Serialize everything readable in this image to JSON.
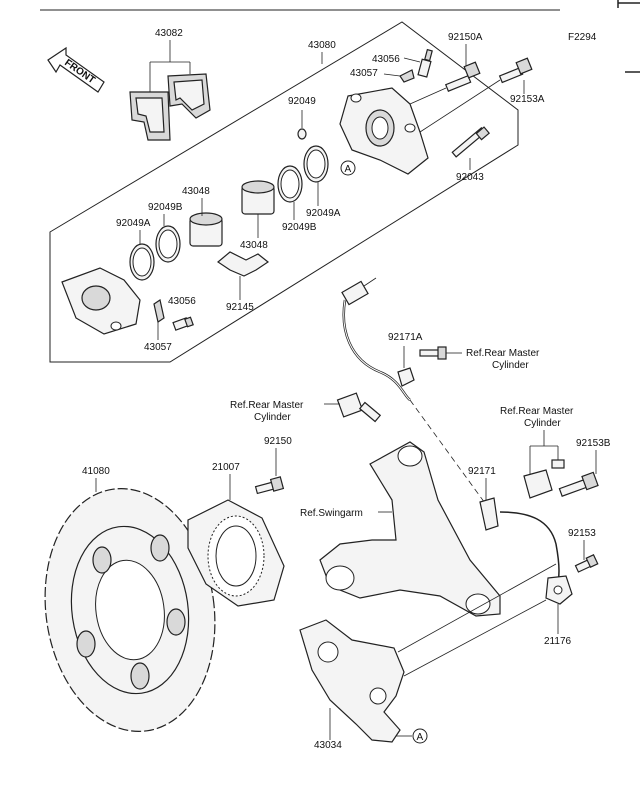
{
  "figure_id": "F2294",
  "front_label": "FRONT",
  "callout_letter": "A",
  "labels": {
    "p43082": "43082",
    "p43080": "43080",
    "p43056a": "43056",
    "p92150a": "92150A",
    "p43057a": "43057",
    "p92153a": "92153A",
    "p92049": "92049",
    "p92043": "92043",
    "p43048a": "43048",
    "p92049b1": "92049B",
    "p92049a1": "92049A",
    "p43048b": "43048",
    "p92049b2": "92049B",
    "p92049a2": "92049A",
    "p43056b": "43056",
    "p92145": "92145",
    "p43057b": "43057",
    "p92171a": "92171A",
    "p92171": "92171",
    "p41080": "41080",
    "p21007": "21007",
    "p92150": "92150",
    "p92153b": "92153B",
    "p92153": "92153",
    "p21176": "21176",
    "p43034": "43034"
  },
  "refs": {
    "master1_l1": "Ref.Rear Master",
    "master1_l2": "Cylinder",
    "master2_l1": "Ref.Rear Master",
    "master2_l2": "Cylinder",
    "master3_l1": "Ref.Rear Master",
    "master3_l2": "Cylinder",
    "swingarm": "Ref.Swingarm"
  }
}
